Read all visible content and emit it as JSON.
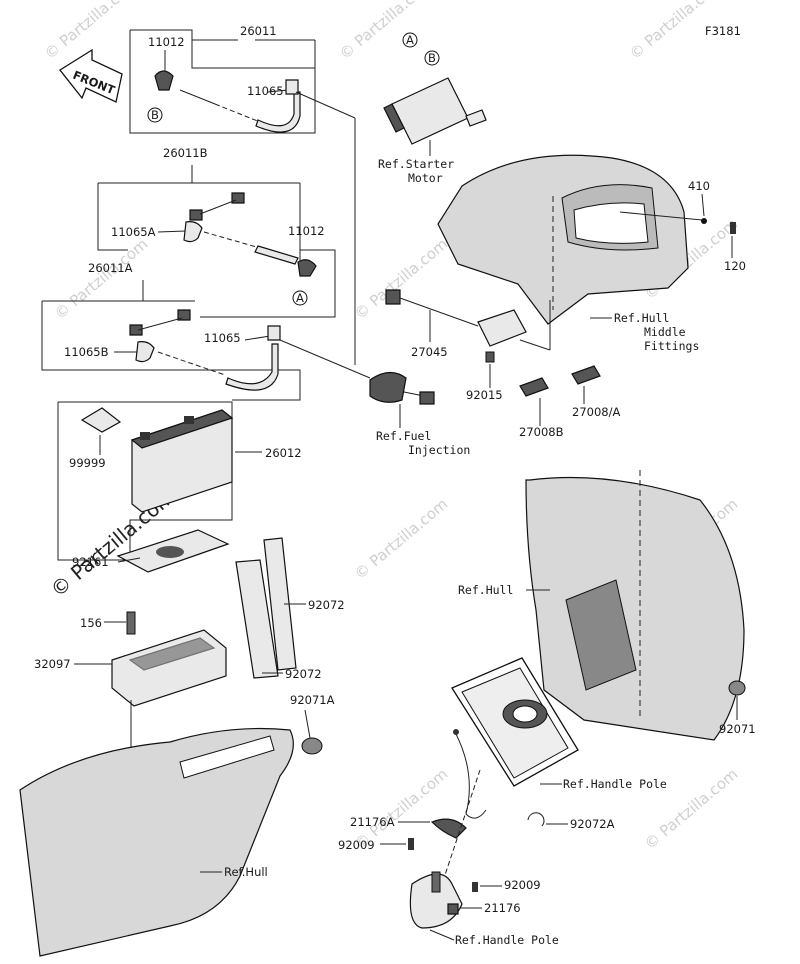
{
  "figure_code": "F3181",
  "front_arrow": "FRONT",
  "watermarks": [
    "© Partzilla.com"
  ],
  "callouts": {
    "A": "A",
    "B": "B"
  },
  "parts": {
    "p26011": "26011",
    "p11012_top": "11012",
    "p11065_top": "11065",
    "p26011B": "26011B",
    "p11065A": "11065A",
    "p11012_mid": "11012",
    "p26011A": "26011A",
    "p11065B": "11065B",
    "p11065_mid": "11065",
    "p99999": "99999",
    "p26012": "26012",
    "p92161": "92161",
    "p156": "156",
    "p32097": "32097",
    "p92072_a": "92072",
    "p92072_b": "92072",
    "p92071A": "92071A",
    "p410": "410",
    "p120": "120",
    "p27045": "27045",
    "p92015": "92015",
    "p27008B": "27008B",
    "p27008A": "27008/A",
    "p92071": "92071",
    "p21176A": "21176A",
    "p92009_a": "92009",
    "p92072A": "92072A",
    "p92009_b": "92009",
    "p21176": "21176"
  },
  "refs": {
    "starter_1": "Ref.Starter",
    "starter_2": "Motor",
    "hull_mid_1": "Ref.Hull",
    "hull_mid_2": "Middle",
    "hull_mid_3": "Fittings",
    "fuel_1": "Ref.Fuel",
    "fuel_2": "Injection",
    "hull_right": "Ref.Hull",
    "handle_pole_1": "Ref.Handle Pole",
    "hull_bottom": "Ref.Hull",
    "handle_pole_2": "Ref.Handle Pole"
  }
}
